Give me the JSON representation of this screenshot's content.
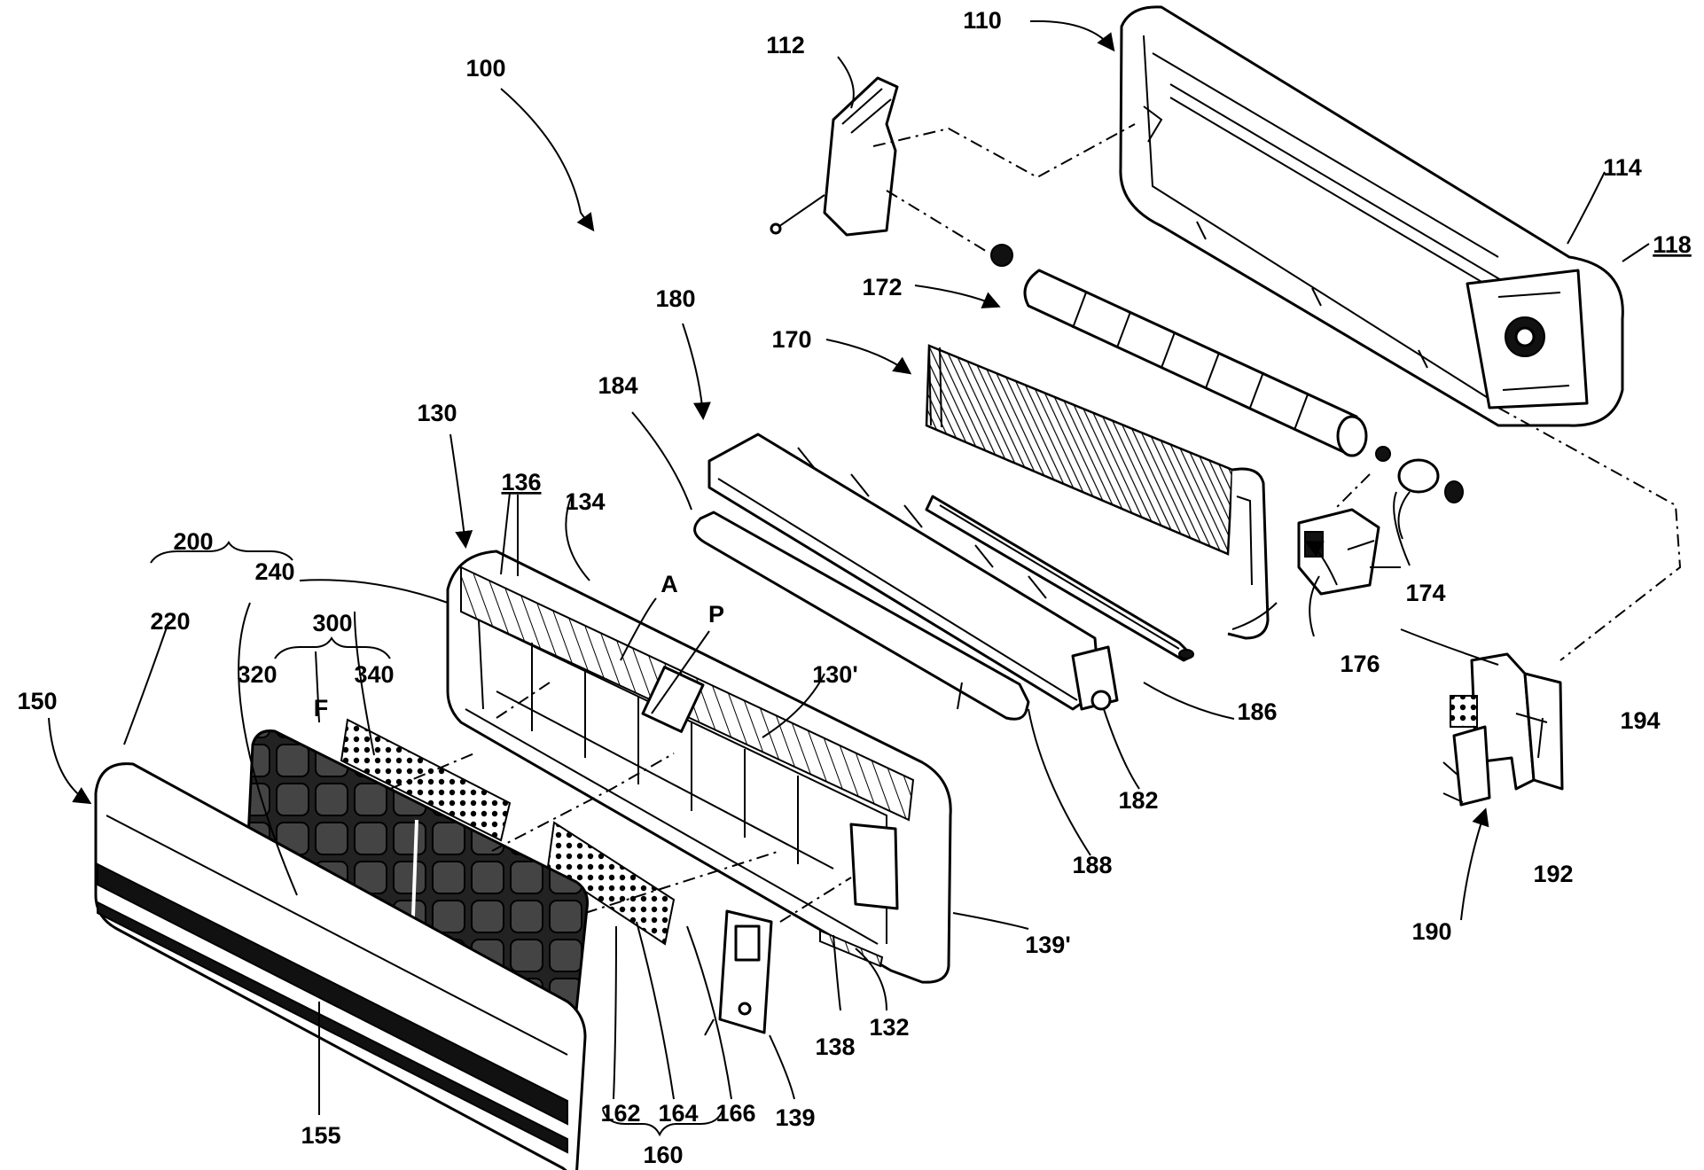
{
  "labels": {
    "l100": "100",
    "l110": "110",
    "l112": "112",
    "l114": "114",
    "l118": "118",
    "l130": "130",
    "l130p": "130'",
    "l132": "132",
    "l134": "134",
    "l136": "136",
    "l138": "138",
    "l139": "139",
    "l139p": "139'",
    "l150": "150",
    "l155": "155",
    "l160": "160",
    "l162": "162",
    "l164": "164",
    "l166": "166",
    "l170": "170",
    "l172": "172",
    "l174": "174",
    "l176": "176",
    "l180": "180",
    "l182": "182",
    "l184": "184",
    "l186": "186",
    "l188": "188",
    "l190": "190",
    "l192": "192",
    "l194": "194",
    "l200": "200",
    "l220": "220",
    "l240": "240",
    "l300": "300",
    "l320": "320",
    "l340": "340",
    "lA": "A",
    "lP": "P",
    "lF": "F"
  }
}
